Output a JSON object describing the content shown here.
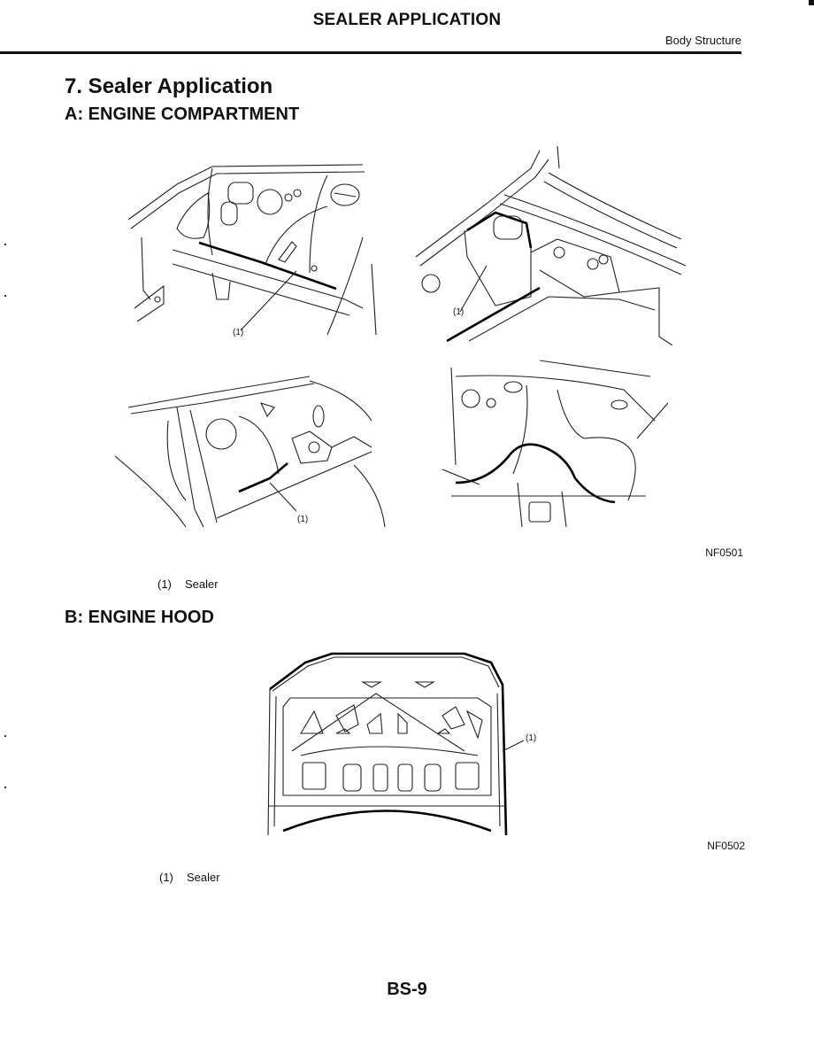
{
  "header": {
    "title": "SEALER APPLICATION",
    "subtitle": "Body Structure"
  },
  "section": {
    "title": "7. Sealer Application"
  },
  "subsection_a": {
    "title": "A: ENGINE COMPARTMENT",
    "figure_code": "NF0501",
    "callout": "(1)",
    "legend": [
      {
        "num": "(1)",
        "label": "Sealer"
      }
    ]
  },
  "subsection_b": {
    "title": "B: ENGINE HOOD",
    "figure_code": "NF0502",
    "callout": "(1)",
    "legend": [
      {
        "num": "(1)",
        "label": "Sealer"
      }
    ]
  },
  "footer": {
    "page_number": "BS-9"
  }
}
